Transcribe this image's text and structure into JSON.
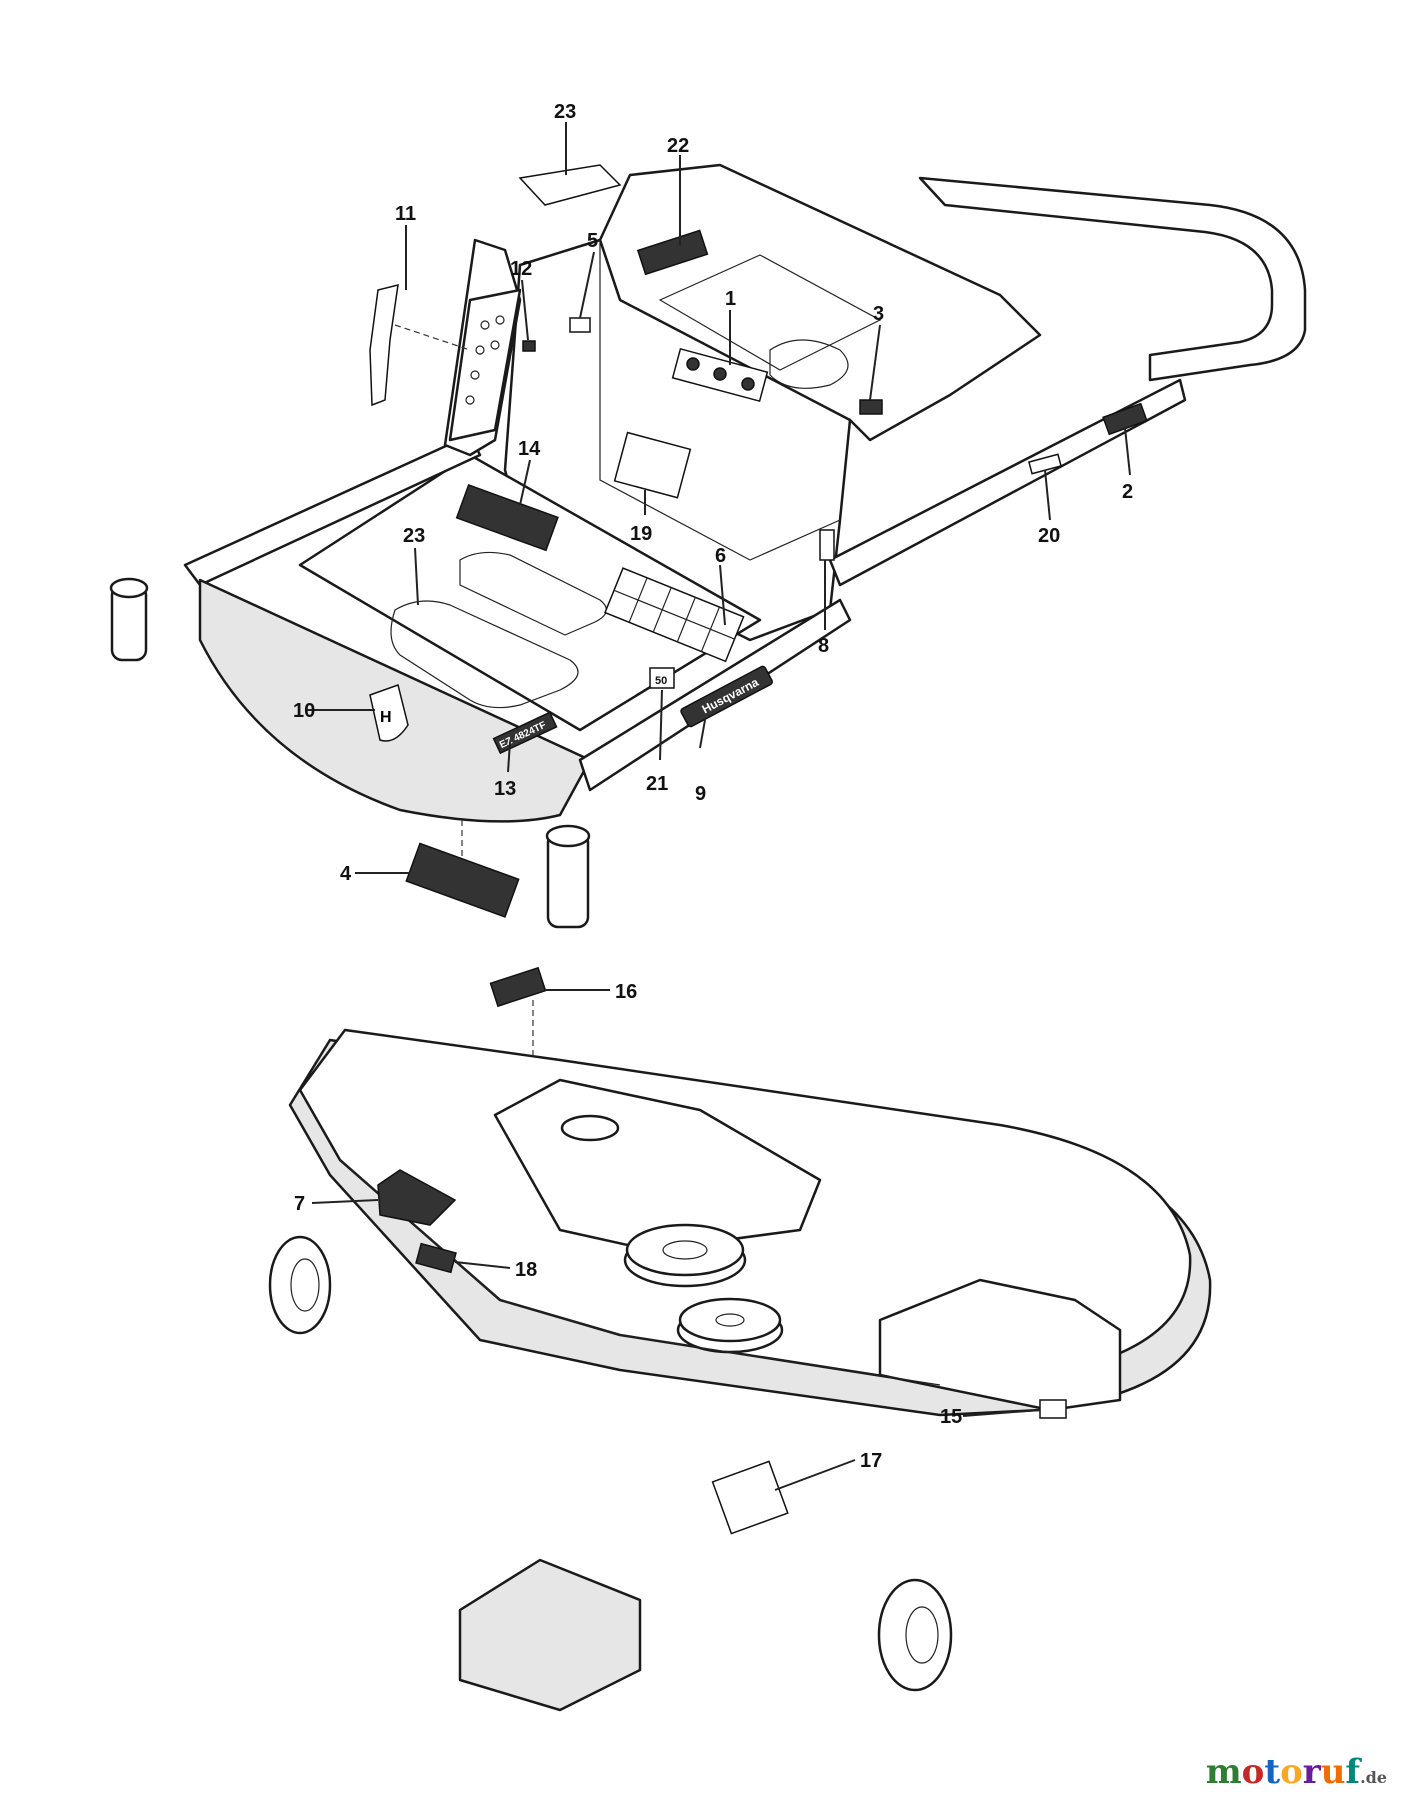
{
  "callouts": [
    "1",
    "2",
    "3",
    "4",
    "5",
    "6",
    "7",
    "8",
    "9",
    "10",
    "11",
    "12",
    "13",
    "14",
    "15",
    "16",
    "17",
    "18",
    "19",
    "20",
    "21",
    "22",
    "23",
    "23"
  ],
  "decal_text": {
    "frame_logo": "Husqvarna",
    "model_label": "EZ 4824TF",
    "speed_label": "50"
  },
  "watermark": {
    "main": "motoruf",
    "suffix": ".de",
    "colors": [
      "#2e7d32",
      "#c62828",
      "#1565c0",
      "#f9a825",
      "#6a1b9a",
      "#ef6c00",
      "#00897b"
    ]
  }
}
